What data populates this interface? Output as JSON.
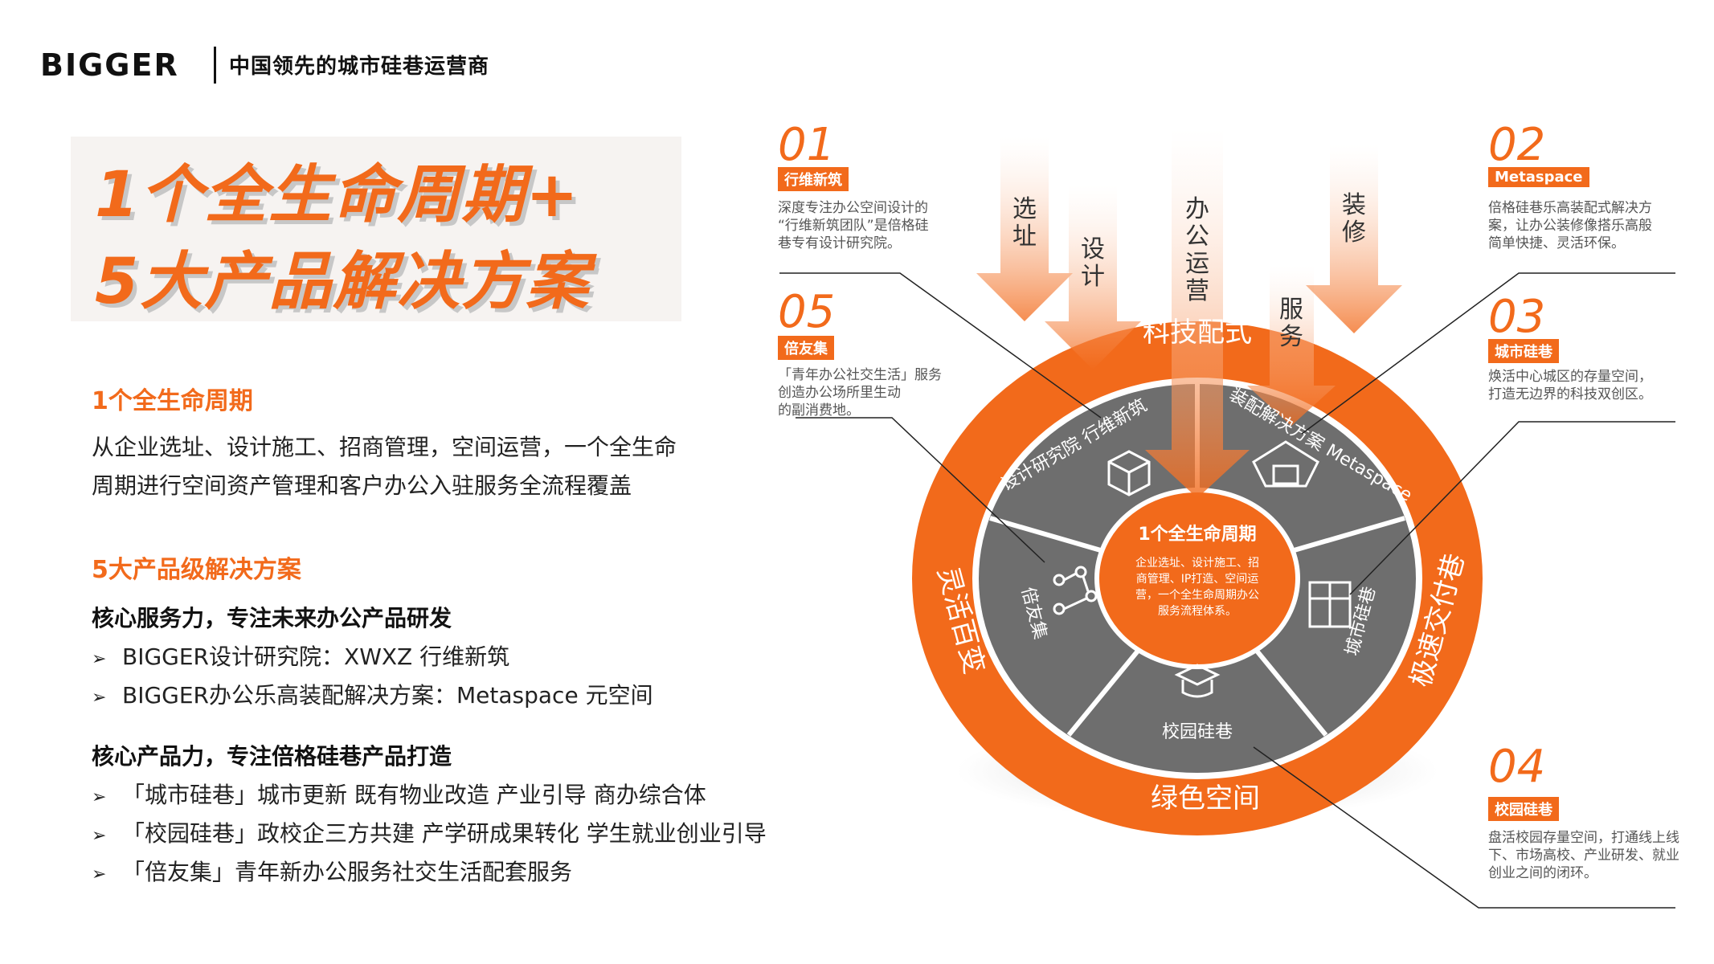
{
  "header": {
    "logo_text": "BIGGER",
    "tagline": "中国领先的城市硅巷运营商"
  },
  "hero": {
    "line1": "1个全生命周期+",
    "line2": "5大产品解决方案"
  },
  "section1": {
    "heading": "1个全生命周期",
    "paragraph_line1": "从企业选址、设计施工、招商管理，空间运营，一个全生命",
    "paragraph_line2": "周期进行空间资产管理和客户办公入驻服务全流程覆盖"
  },
  "section2": {
    "heading": "5大产品级解决方案",
    "group1": {
      "title": "核心服务力，专注未来办公产品研发",
      "items": [
        "BIGGER设计研究院：XWXZ 行维新筑",
        "BIGGER办公乐高装配解决方案：Metaspace 元空间"
      ]
    },
    "group2": {
      "title": "核心产品力，专注倍格硅巷产品打造",
      "items": [
        "「城市硅巷」城市更新  既有物业改造  产业引导  商办综合体",
        "「校园硅巷」政校企三方共建  产学研成果转化  学生就业创业引导",
        "「倍友集」青年新办公服务社交生活配套服务"
      ]
    }
  },
  "diagram": {
    "arrows": [
      "选址",
      "设计",
      "办公运营",
      "服务",
      "装修"
    ],
    "outer_ring": [
      "科技配式",
      "灵活百变",
      "极速交付巷",
      "绿色空间"
    ],
    "segments": [
      "设计研究院  行维新筑",
      "装配解决方案 Metaspace",
      "城市硅巷",
      "校园硅巷",
      "倍友集"
    ],
    "center": {
      "title": "1个全生命周期",
      "text_line1": "企业选址、设计施工、招",
      "text_line2": "商管理、IP打造、空间运",
      "text_line3": "营，一个全生命周期办公",
      "text_line4": "服务流程体系。"
    },
    "colors": {
      "orange": "#f26a1b",
      "gray": "#6e6e6e",
      "light_orange": "#f7a877"
    }
  },
  "annotations": [
    {
      "num": "01",
      "badge": "行维新筑",
      "lines": [
        "深度专注办公空间设计的",
        "“行维新筑团队”是倍格硅",
        "巷专有设计研究院。"
      ]
    },
    {
      "num": "02",
      "badge": "Metaspace",
      "lines": [
        "倍格硅巷乐高装配式解决方",
        "案，让办公装修像搭乐高般",
        "简单快捷、灵活环保。"
      ]
    },
    {
      "num": "03",
      "badge": "城市硅巷",
      "lines": [
        "焕活中心城区的存量空间，",
        "打造无边界的科技双创区。"
      ]
    },
    {
      "num": "04",
      "badge": "校园硅巷",
      "lines": [
        "盘活校园存量空间，打通线上线",
        "下、市场高校、产业研发、就业",
        "创业之间的闭环。"
      ]
    },
    {
      "num": "05",
      "badge": "倍友集",
      "lines": [
        "「青年办公社交生活」服务",
        "创造办公场所里生动",
        "的副消费地。"
      ]
    }
  ]
}
